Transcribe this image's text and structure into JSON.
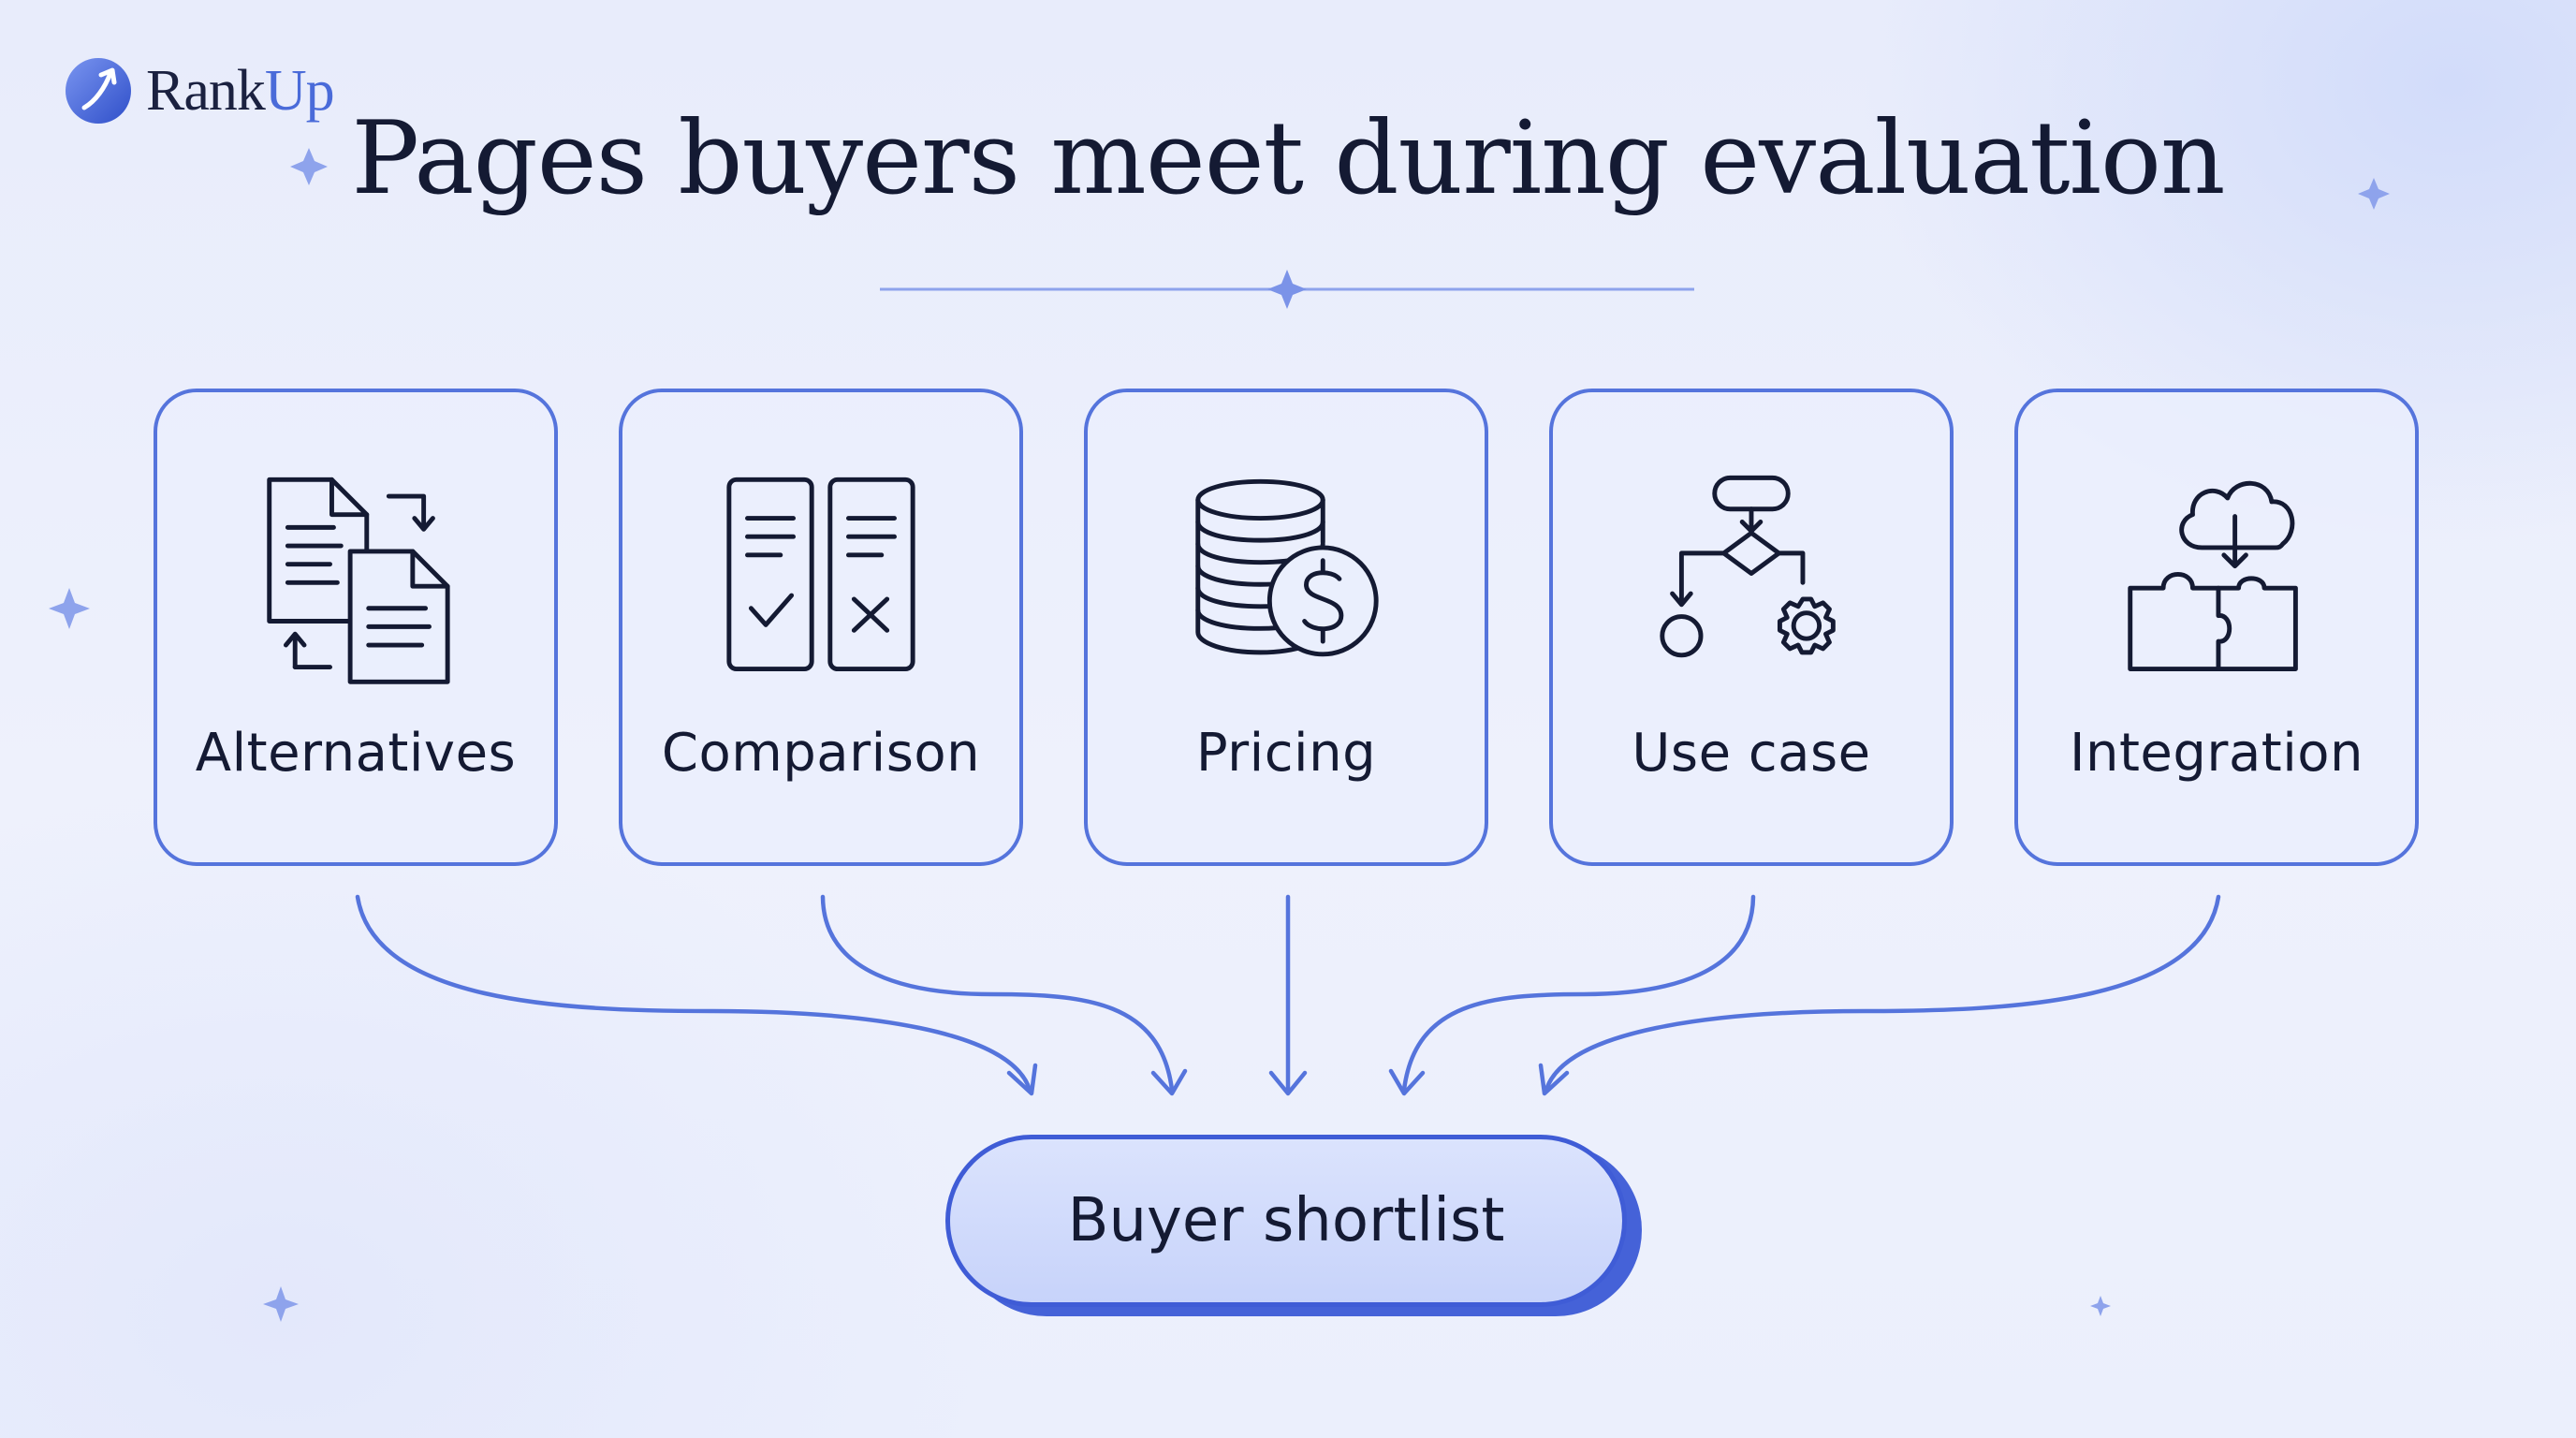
{
  "brand": {
    "name_a": "Rank",
    "name_b": "Up",
    "accent": "#4a6bd9"
  },
  "title": "Pages buyers meet during evaluation",
  "cards": [
    {
      "label": "Alternatives",
      "icon": "swap-documents-icon"
    },
    {
      "label": "Comparison",
      "icon": "compare-checklist-icon"
    },
    {
      "label": "Pricing",
      "icon": "coins-dollar-icon"
    },
    {
      "label": "Use case",
      "icon": "flowchart-gear-icon"
    },
    {
      "label": "Integration",
      "icon": "cloud-puzzle-icon"
    }
  ],
  "target": {
    "label": "Buyer shortlist"
  },
  "colors": {
    "stroke": "#5574dc",
    "ink": "#141a33",
    "pill_fill": "#cdd8fb",
    "pill_border": "#3f5cd6"
  }
}
